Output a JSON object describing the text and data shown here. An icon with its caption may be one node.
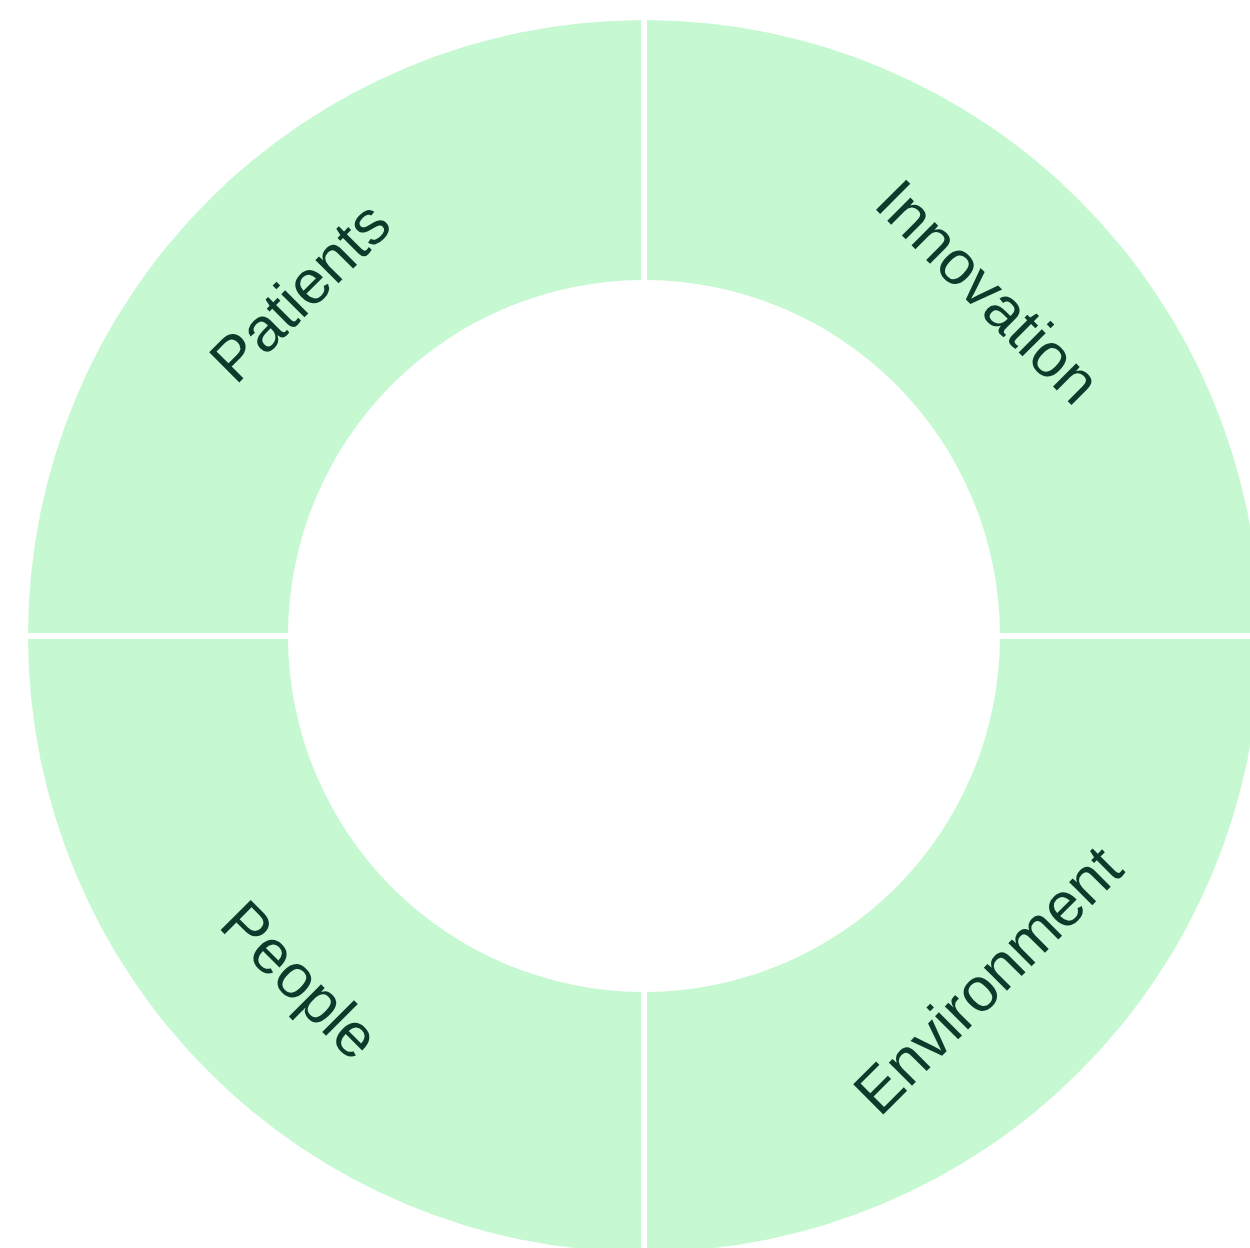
{
  "diagram": {
    "nodes": [
      {
        "text": [
          "Patients"
        ]
      },
      {
        "text": [
          "Innovation"
        ]
      },
      {
        "text": [
          "People"
        ]
      },
      {
        "text": [
          "Environment"
        ]
      }
    ]
  }
}
